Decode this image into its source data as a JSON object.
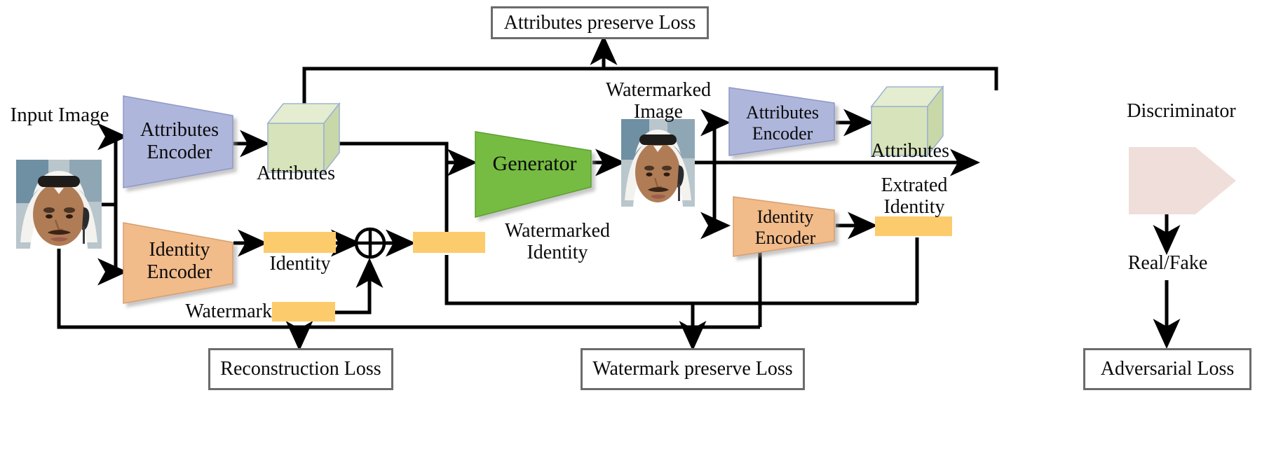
{
  "diagram": {
    "title": "Watermarked face generation and verification architecture",
    "colors": {
      "attributes_encoder_fill": "#AEB6DC",
      "identity_encoder_fill": "#F2BB8A",
      "generator_fill": "#76BC43",
      "cube_fill": "#D7E3BA",
      "cube_top_fill": "#E2EBCC",
      "cube_side_fill": "#C6D4A6",
      "vector_bar_fill": "#FCCB6B",
      "discriminator_fill": "#F0DEDB",
      "line_color": "#000000",
      "loss_box_border": "#6b6b6b",
      "background": "#FFFFFF"
    },
    "labels": {
      "input_image": "Input Image",
      "attributes_left": "Attributes",
      "identity": "Identity",
      "watermark": "Watermark",
      "watermarked_identity": "Watermarked\nIdentity",
      "watermarked_image": "Watermarked\nImage",
      "attributes_right": "Attributes",
      "extracted_identity": "Extrated\nIdentity",
      "discriminator": "Discriminator",
      "real_fake": "Real/Fake"
    },
    "nodes": [
      {
        "id": "attributes-encoder-left",
        "label": "Attributes\nEncoder",
        "shape": "trapezoid",
        "fill": "#AEB6DC"
      },
      {
        "id": "identity-encoder-left",
        "label": "Identity\nEncoder",
        "shape": "trapezoid",
        "fill": "#F2BB8A"
      },
      {
        "id": "generator",
        "label": "Generator",
        "shape": "trapezoid",
        "fill": "#76BC43"
      },
      {
        "id": "attributes-encoder-right",
        "label": "Attributes\nEncoder",
        "shape": "trapezoid",
        "fill": "#AEB6DC"
      },
      {
        "id": "identity-encoder-right",
        "label": "Identity\nEncoder",
        "shape": "trapezoid",
        "fill": "#F2BB8A"
      },
      {
        "id": "discriminator",
        "label": "Discriminator",
        "shape": "pentagon-arrow",
        "fill": "#F0DEDB"
      }
    ],
    "loss_boxes": [
      {
        "id": "attributes-preserve-loss",
        "label": "Attributes preserve Loss"
      },
      {
        "id": "reconstruction-loss",
        "label": "Reconstruction Loss"
      },
      {
        "id": "watermark-preserve-loss",
        "label": "Watermark preserve Loss"
      },
      {
        "id": "adversarial-loss",
        "label": "Adversarial Loss"
      }
    ],
    "operators": [
      {
        "id": "xor-operator",
        "symbol": "⊕",
        "name": "xor-circle-plus"
      }
    ],
    "flow": [
      "Input Image → Attributes Encoder → Attributes (cube)",
      "Input Image → Identity Encoder → Identity (vector)",
      "Identity ⊕ Watermark → Watermarked Identity",
      "Attributes + Watermarked Identity → Generator → Watermarked Image",
      "Watermarked Image → Attributes Encoder → Attributes (cube)",
      "Watermarked Image → Identity Encoder → Extrated Identity",
      "Watermarked Image → Discriminator → Real/Fake → Adversarial Loss",
      "Attributes (left) and Attributes (right) → Attributes preserve Loss",
      "Input Image and Watermarked Image → Reconstruction Loss",
      "Watermarked Identity and Extrated Identity → Watermark preserve Loss"
    ]
  }
}
